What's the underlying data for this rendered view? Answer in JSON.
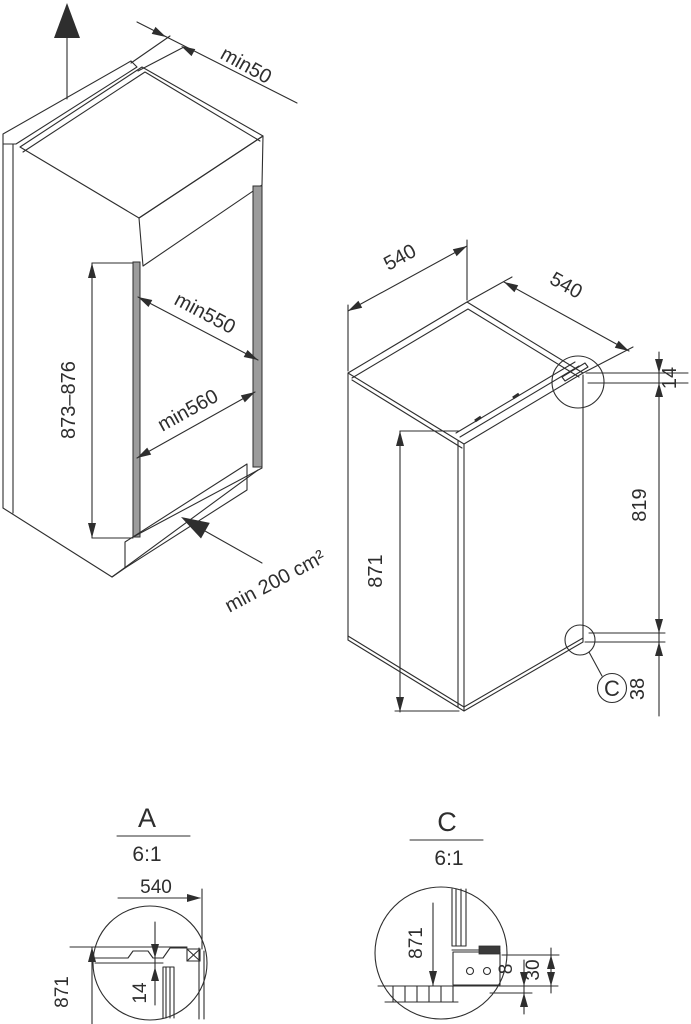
{
  "niche": {
    "gap_top": "min50",
    "height": "873–876",
    "depth_upper": "min550",
    "depth_lower": "min560",
    "vent_area": "min 200 cm²"
  },
  "appliance": {
    "width": "540",
    "depth": "540",
    "gap_top": "14",
    "height_back": "819",
    "height_front": "871",
    "gap_bottom": "38",
    "detail_marker": "C"
  },
  "detail_a": {
    "label": "A",
    "scale": "6:1",
    "width": "540",
    "height": "871",
    "overlap": "14"
  },
  "detail_c": {
    "label": "C",
    "scale": "6:1",
    "height": "871",
    "gap_floor": "8",
    "height_bracket": "30"
  },
  "colors": {
    "line": "#2e2e2e",
    "panel_fill": "#9c9c9c",
    "background": "#ffffff"
  }
}
